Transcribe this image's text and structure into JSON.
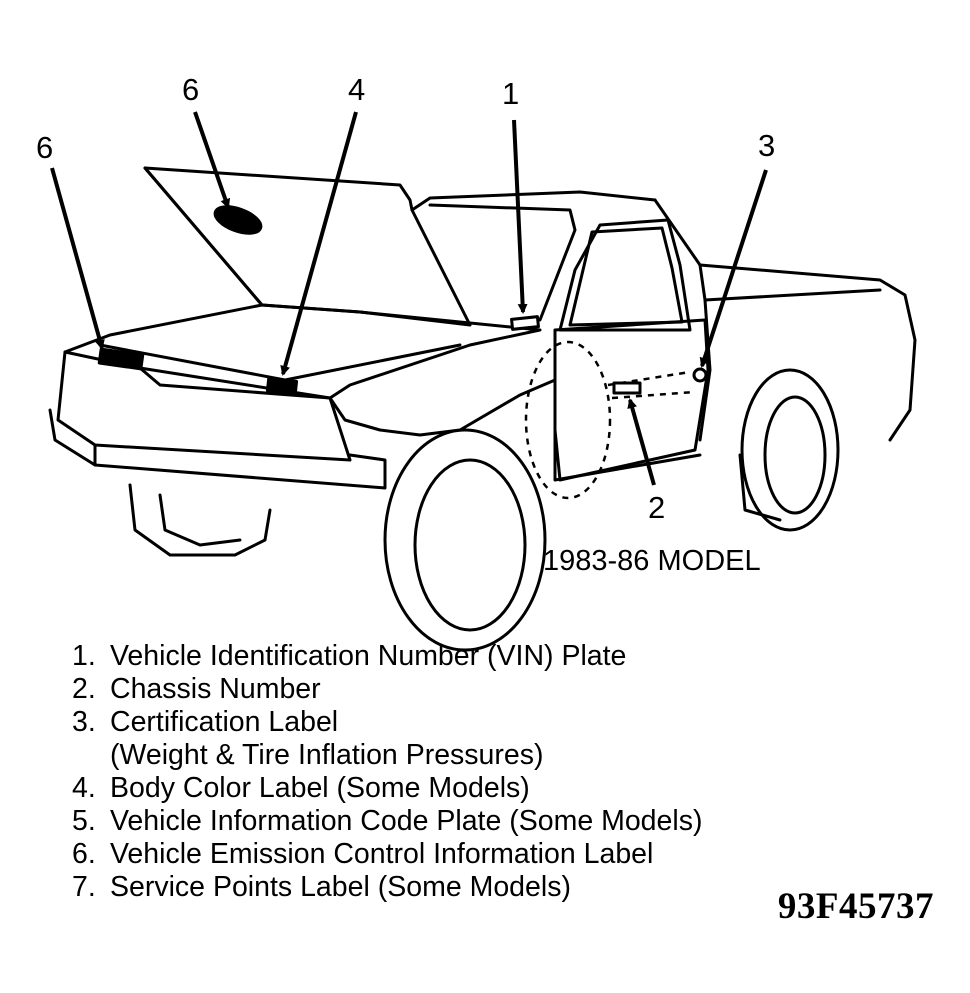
{
  "callouts": {
    "c6_left": "6",
    "c6_hood": "6",
    "c4": "4",
    "c1": "1",
    "c3": "3",
    "c2": "2"
  },
  "caption": "1983-86 MODEL",
  "legend": [
    {
      "num": "1.",
      "text": "Vehicle Identification Number (VIN) Plate"
    },
    {
      "num": "2.",
      "text": "Chassis Number"
    },
    {
      "num": "3.",
      "text": "Certification Label"
    },
    {
      "num": "",
      "text": "(Weight & Tire Inflation Pressures)"
    },
    {
      "num": "4.",
      "text": "Body Color Label (Some Models)"
    },
    {
      "num": "5.",
      "text": "Vehicle Information Code Plate (Some Models)"
    },
    {
      "num": "6.",
      "text": "Vehicle Emission Control Information Label"
    },
    {
      "num": "7.",
      "text": "Service Points Label (Some Models)"
    }
  ],
  "figure_id": "93F45737"
}
